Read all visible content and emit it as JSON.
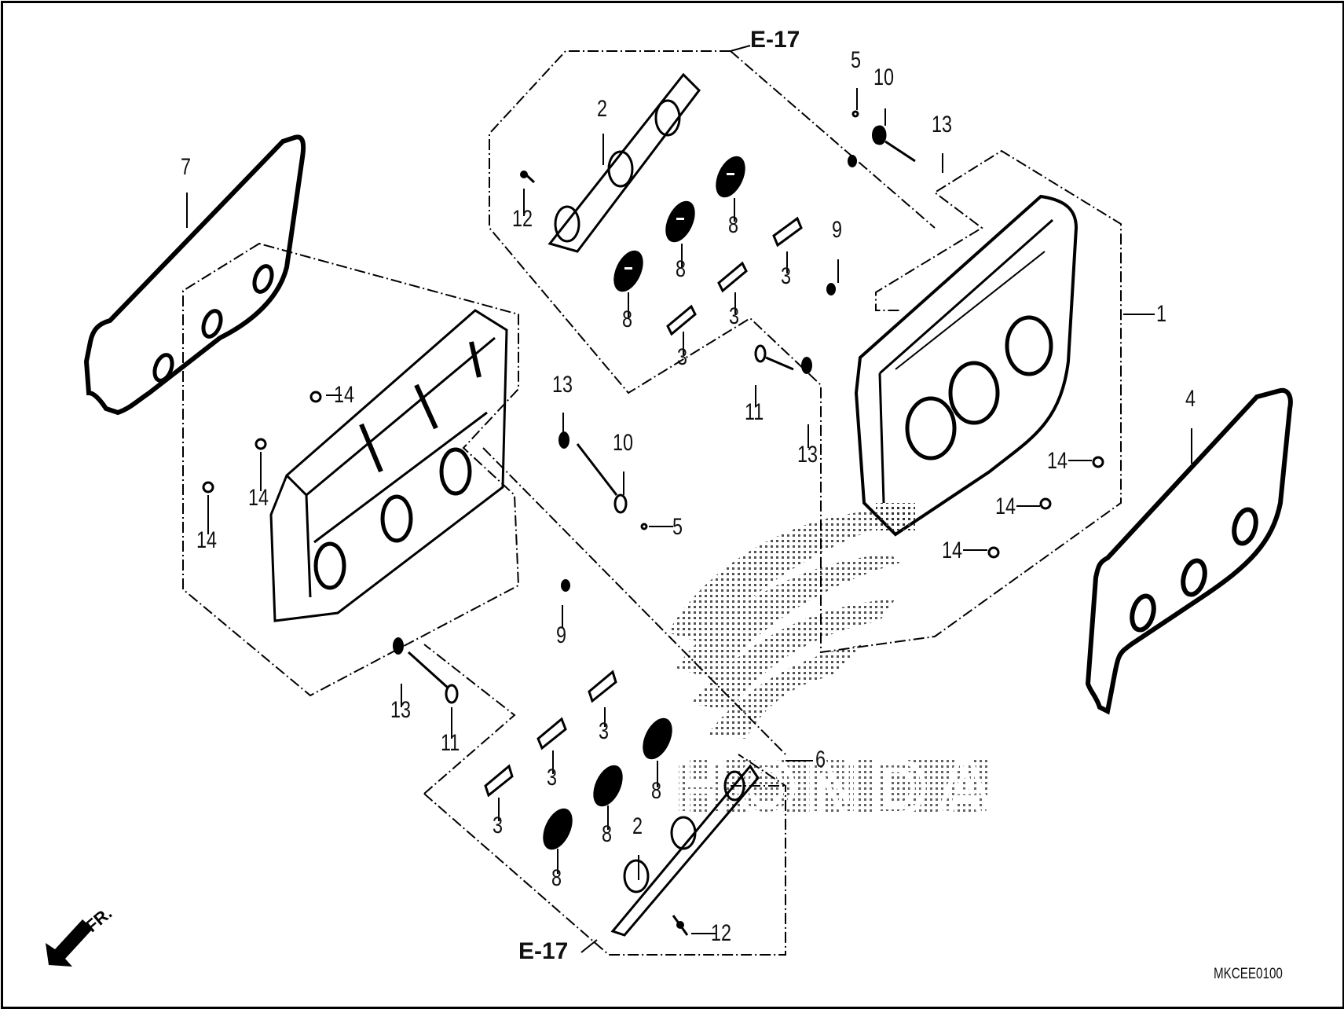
{
  "diagram": {
    "title": "Cylinder head cover parts diagram",
    "figure_code": "MKCEE0100",
    "watermark": "HONDA",
    "front_indicator": "FR.",
    "colors": {
      "line": "#000000",
      "background": "#ffffff",
      "halftone": "#555555"
    }
  },
  "references": [
    {
      "id": "ref-top",
      "label": "E-17"
    },
    {
      "id": "ref-bottom",
      "label": "E-17"
    }
  ],
  "callouts": {
    "top_group": [
      {
        "part": "2",
        "label": "2"
      },
      {
        "part": "12",
        "label": "12"
      },
      {
        "part": "8a",
        "label": "8"
      },
      {
        "part": "8b",
        "label": "8"
      },
      {
        "part": "8c",
        "label": "8"
      },
      {
        "part": "3a",
        "label": "3"
      },
      {
        "part": "3b",
        "label": "3"
      },
      {
        "part": "3c",
        "label": "3"
      },
      {
        "part": "9",
        "label": "9"
      },
      {
        "part": "5",
        "label": "5"
      },
      {
        "part": "10",
        "label": "10"
      },
      {
        "part": "13",
        "label": "13"
      }
    ],
    "right_group": [
      {
        "part": "1",
        "label": "1"
      },
      {
        "part": "4",
        "label": "4"
      },
      {
        "part": "11",
        "label": "11"
      },
      {
        "part": "13",
        "label": "13"
      },
      {
        "part": "14a",
        "label": "14"
      },
      {
        "part": "14b",
        "label": "14"
      },
      {
        "part": "14c",
        "label": "14"
      }
    ],
    "left_group": [
      {
        "part": "7",
        "label": "7"
      },
      {
        "part": "14a",
        "label": "14"
      },
      {
        "part": "14b",
        "label": "14"
      },
      {
        "part": "14c",
        "label": "14"
      },
      {
        "part": "13",
        "label": "13"
      },
      {
        "part": "10",
        "label": "10"
      },
      {
        "part": "5",
        "label": "5"
      },
      {
        "part": "13b",
        "label": "13"
      },
      {
        "part": "11",
        "label": "11"
      }
    ],
    "bottom_group": [
      {
        "part": "6",
        "label": "6"
      },
      {
        "part": "9",
        "label": "9"
      },
      {
        "part": "3a",
        "label": "3"
      },
      {
        "part": "3b",
        "label": "3"
      },
      {
        "part": "3c",
        "label": "3"
      },
      {
        "part": "8a",
        "label": "8"
      },
      {
        "part": "8b",
        "label": "8"
      },
      {
        "part": "8c",
        "label": "8"
      },
      {
        "part": "2",
        "label": "2"
      },
      {
        "part": "12",
        "label": "12"
      }
    ]
  }
}
